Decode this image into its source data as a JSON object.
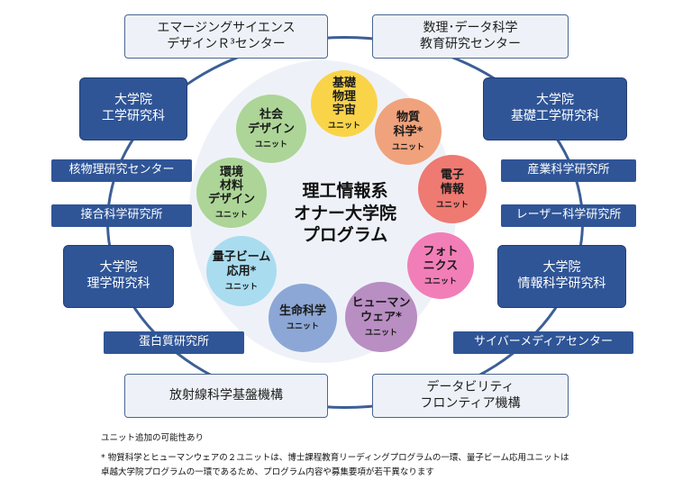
{
  "center_title": "理工情報系\nオナー大学院\nプログラム",
  "top_boxes": [
    {
      "text": "エマージングサイエンス\nデザインＲ³センター"
    },
    {
      "text": "数理･データ科学\n教育研究センター"
    }
  ],
  "left_boxes": [
    {
      "text": "大学院\n工学研究科"
    },
    {
      "text": "核物理研究センター"
    },
    {
      "text": "接合科学研究所"
    },
    {
      "text": "大学院\n理学研究科"
    },
    {
      "text": "蛋白質研究所"
    },
    {
      "text": "放射線科学基盤機構"
    }
  ],
  "right_boxes": [
    {
      "text": "大学院\n基礎工学研究科"
    },
    {
      "text": "産業科学研究所"
    },
    {
      "text": "レーザー科学研究所"
    },
    {
      "text": "大学院\n情報科学研究科"
    },
    {
      "text": "サイバーメディアセンター"
    },
    {
      "text": "データビリティ\nフロンティア機構"
    }
  ],
  "unit_suffix": "ユニット",
  "units": [
    {
      "name": "基礎\n物理\n宇宙",
      "color": "#f9d449"
    },
    {
      "name": "物質\n科学*",
      "color": "#f0a27c"
    },
    {
      "name": "電子\n情報",
      "color": "#ee7a72"
    },
    {
      "name": "フォト\nニクス",
      "color": "#f27eb8"
    },
    {
      "name": "ヒューマン\nウェア*",
      "color": "#b98ec3"
    },
    {
      "name": "生命科学",
      "color": "#8ca7d6"
    },
    {
      "name": "量子ビーム\n応用*",
      "color": "#a9dcef"
    },
    {
      "name": "環境\n材料\nデザイン",
      "color": "#acd597"
    },
    {
      "name": "社会\nデザイン",
      "color": "#acd597"
    }
  ],
  "notes": [
    "ユニット追加の可能性あり",
    "* 物質科学とヒューマンウェアの２ユニットは、博士課程教育リーディングプログラムの一環、量子ビーム応用ユニットは",
    "卓越大学院プログラムの一環であるため、プログラム内容や募集要項が若干異なります"
  ]
}
